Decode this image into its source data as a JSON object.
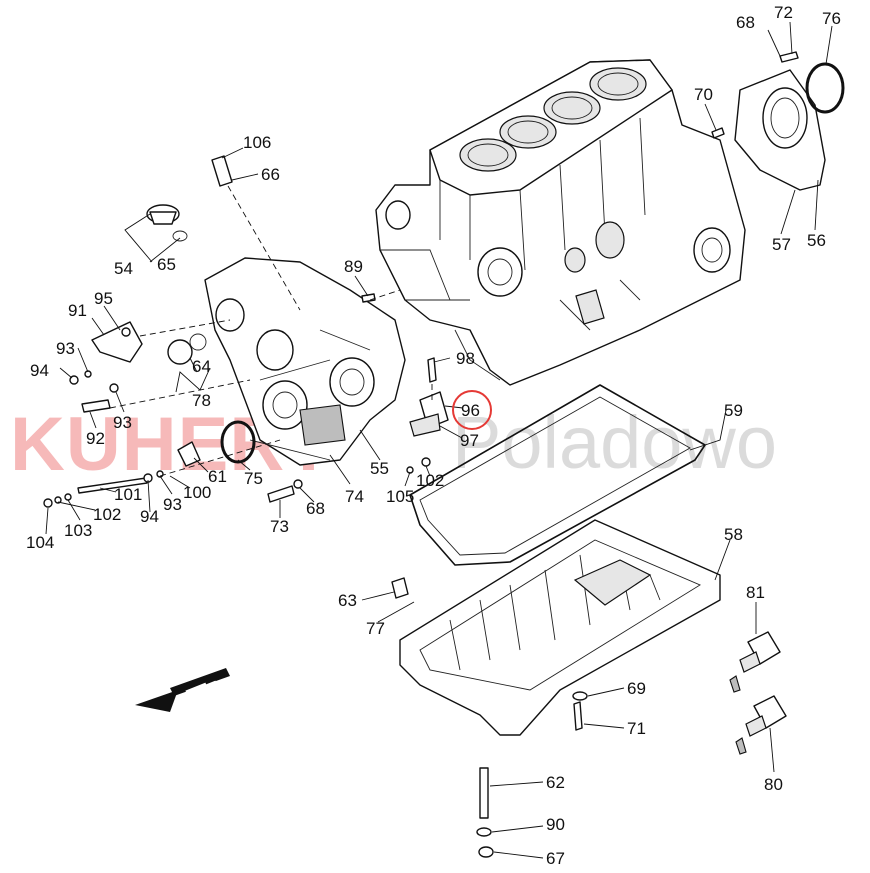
{
  "watermark": {
    "brand": "KUHERT",
    "suffix": "Poladowo"
  },
  "callouts": {
    "n106": "106",
    "n66": "66",
    "n54": "54",
    "n65": "65",
    "n91": "91",
    "n95": "95",
    "n93a": "93",
    "n94a": "94",
    "n64": "64",
    "n78": "78",
    "n92": "92",
    "n93b": "93",
    "n89": "89",
    "n98": "98",
    "n96": "96",
    "n97": "97",
    "n75": "75",
    "n61": "61",
    "n55": "55",
    "n74": "74",
    "n105": "105",
    "n102a": "102",
    "n101": "101",
    "n100": "100",
    "n93c": "93",
    "n94b": "94",
    "n104": "104",
    "n103": "103",
    "n102b": "102",
    "n73": "73",
    "n68a": "68",
    "n68b": "68",
    "n72": "72",
    "n76": "76",
    "n70": "70",
    "n57": "57",
    "n56": "56",
    "n59": "59",
    "n58": "58",
    "n63": "63",
    "n77": "77",
    "n81": "81",
    "n69": "69",
    "n71": "71",
    "n80": "80",
    "n62": "62",
    "n90": "90",
    "n67": "67"
  },
  "highlight": {
    "part": "96",
    "color": "#e53935"
  },
  "direction_arrow": {
    "color": "#111111"
  }
}
